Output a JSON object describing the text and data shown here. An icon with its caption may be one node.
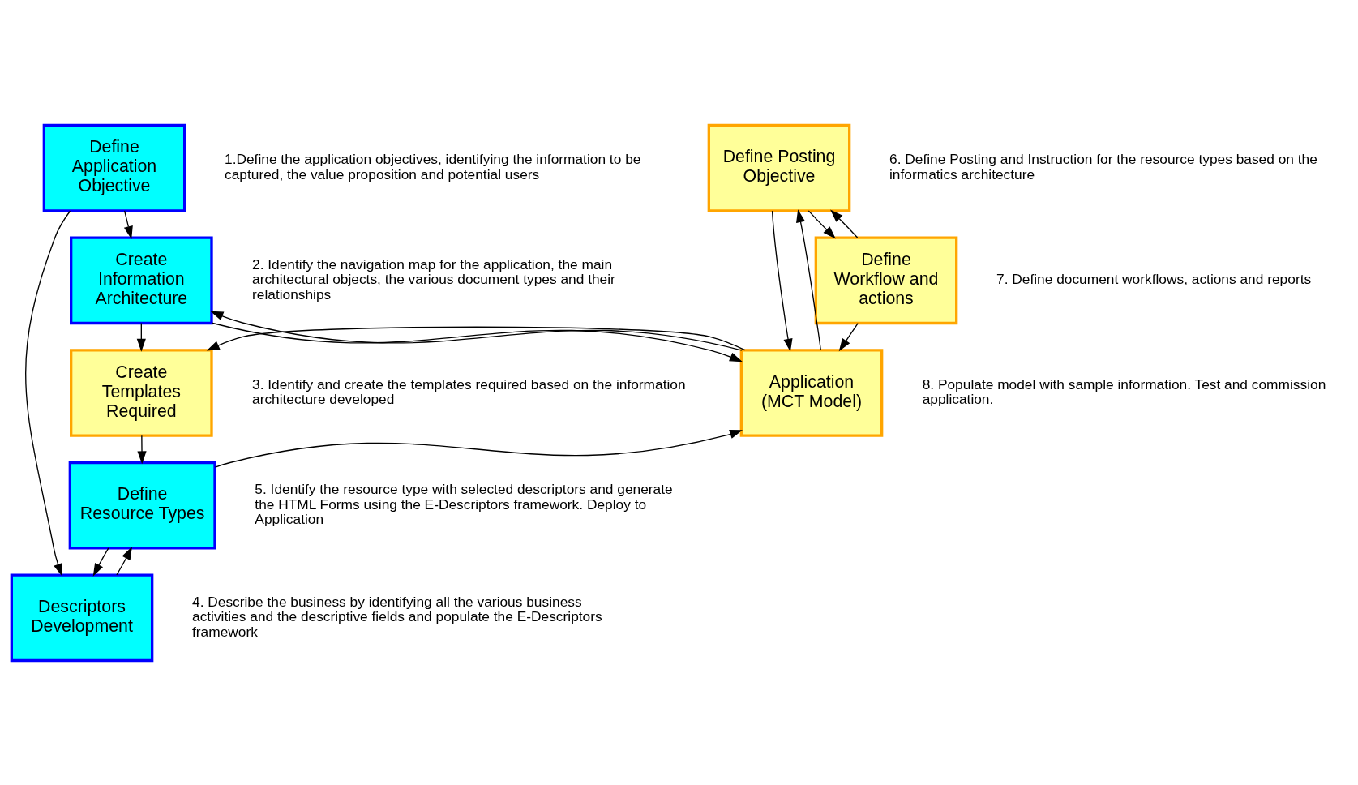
{
  "diagram": {
    "nodes": [
      {
        "text": [
          "Define Application Objective"
        ],
        "beside": [
          "1.Define the application objectives, identifying the information to be captured, the value proposition and potential users"
        ]
      },
      {
        "text": [
          "Create Information Architecture"
        ],
        "beside": [
          "2. Identify the navigation map for the application, the main architectural objects, the various document types and their relationships"
        ]
      },
      {
        "text": [
          "Create Templates Required"
        ],
        "beside": [
          "3. Identify and create the templates required based on the information architecture developed"
        ]
      },
      {
        "text": [
          "Define Posting Objective"
        ],
        "beside": [
          "6. Define Posting and Instruction for the resource types based on the informatics architecture"
        ]
      },
      {
        "text": [
          "Define Workflow and actions"
        ],
        "beside": [
          "7. Define document workflows, actions and reports"
        ]
      },
      {
        "text": [
          "Application (MCT Model)"
        ],
        "beside": [
          "8. Populate model with sample information. Test and commission application."
        ]
      },
      {
        "text": [
          "Define Resource Types"
        ],
        "beside": [
          "5. Identify the resource type with selected descriptors and generate the HTML Forms using the E-Descriptors framework. Deploy to Application"
        ]
      },
      {
        "text": [
          "Descriptors Development"
        ],
        "beside": [
          "4. Describe the business by identifying all the various business activities and the descriptive fields and populate the E-Descriptors framework"
        ]
      }
    ],
    "edges": [
      {
        "from": 0,
        "to": 1,
        "arrow": "to"
      },
      {
        "from": 0,
        "to": 7,
        "arrow": "to"
      },
      {
        "from": 1,
        "to": 2,
        "arrow": "to"
      },
      {
        "from": 1,
        "to": 5,
        "arrow": "to"
      },
      {
        "from": 2,
        "to": 6,
        "arrow": "to"
      },
      {
        "from": 3,
        "to": 4,
        "arrow": "to"
      },
      {
        "from": 3,
        "to": 5,
        "arrow": "to"
      },
      {
        "from": 4,
        "to": 5,
        "arrow": "to"
      },
      {
        "from": 4,
        "to": 3,
        "arrow": "to"
      },
      {
        "from": 5,
        "to": 1,
        "arrow": "to"
      },
      {
        "from": 5,
        "to": 2,
        "arrow": "to"
      },
      {
        "from": 5,
        "to": 3,
        "arrow": "to"
      },
      {
        "from": 6,
        "to": 5,
        "arrow": "to"
      },
      {
        "from": 6,
        "to": 7,
        "arrow": "to"
      },
      {
        "from": 7,
        "to": 6,
        "arrow": "to"
      }
    ]
  }
}
